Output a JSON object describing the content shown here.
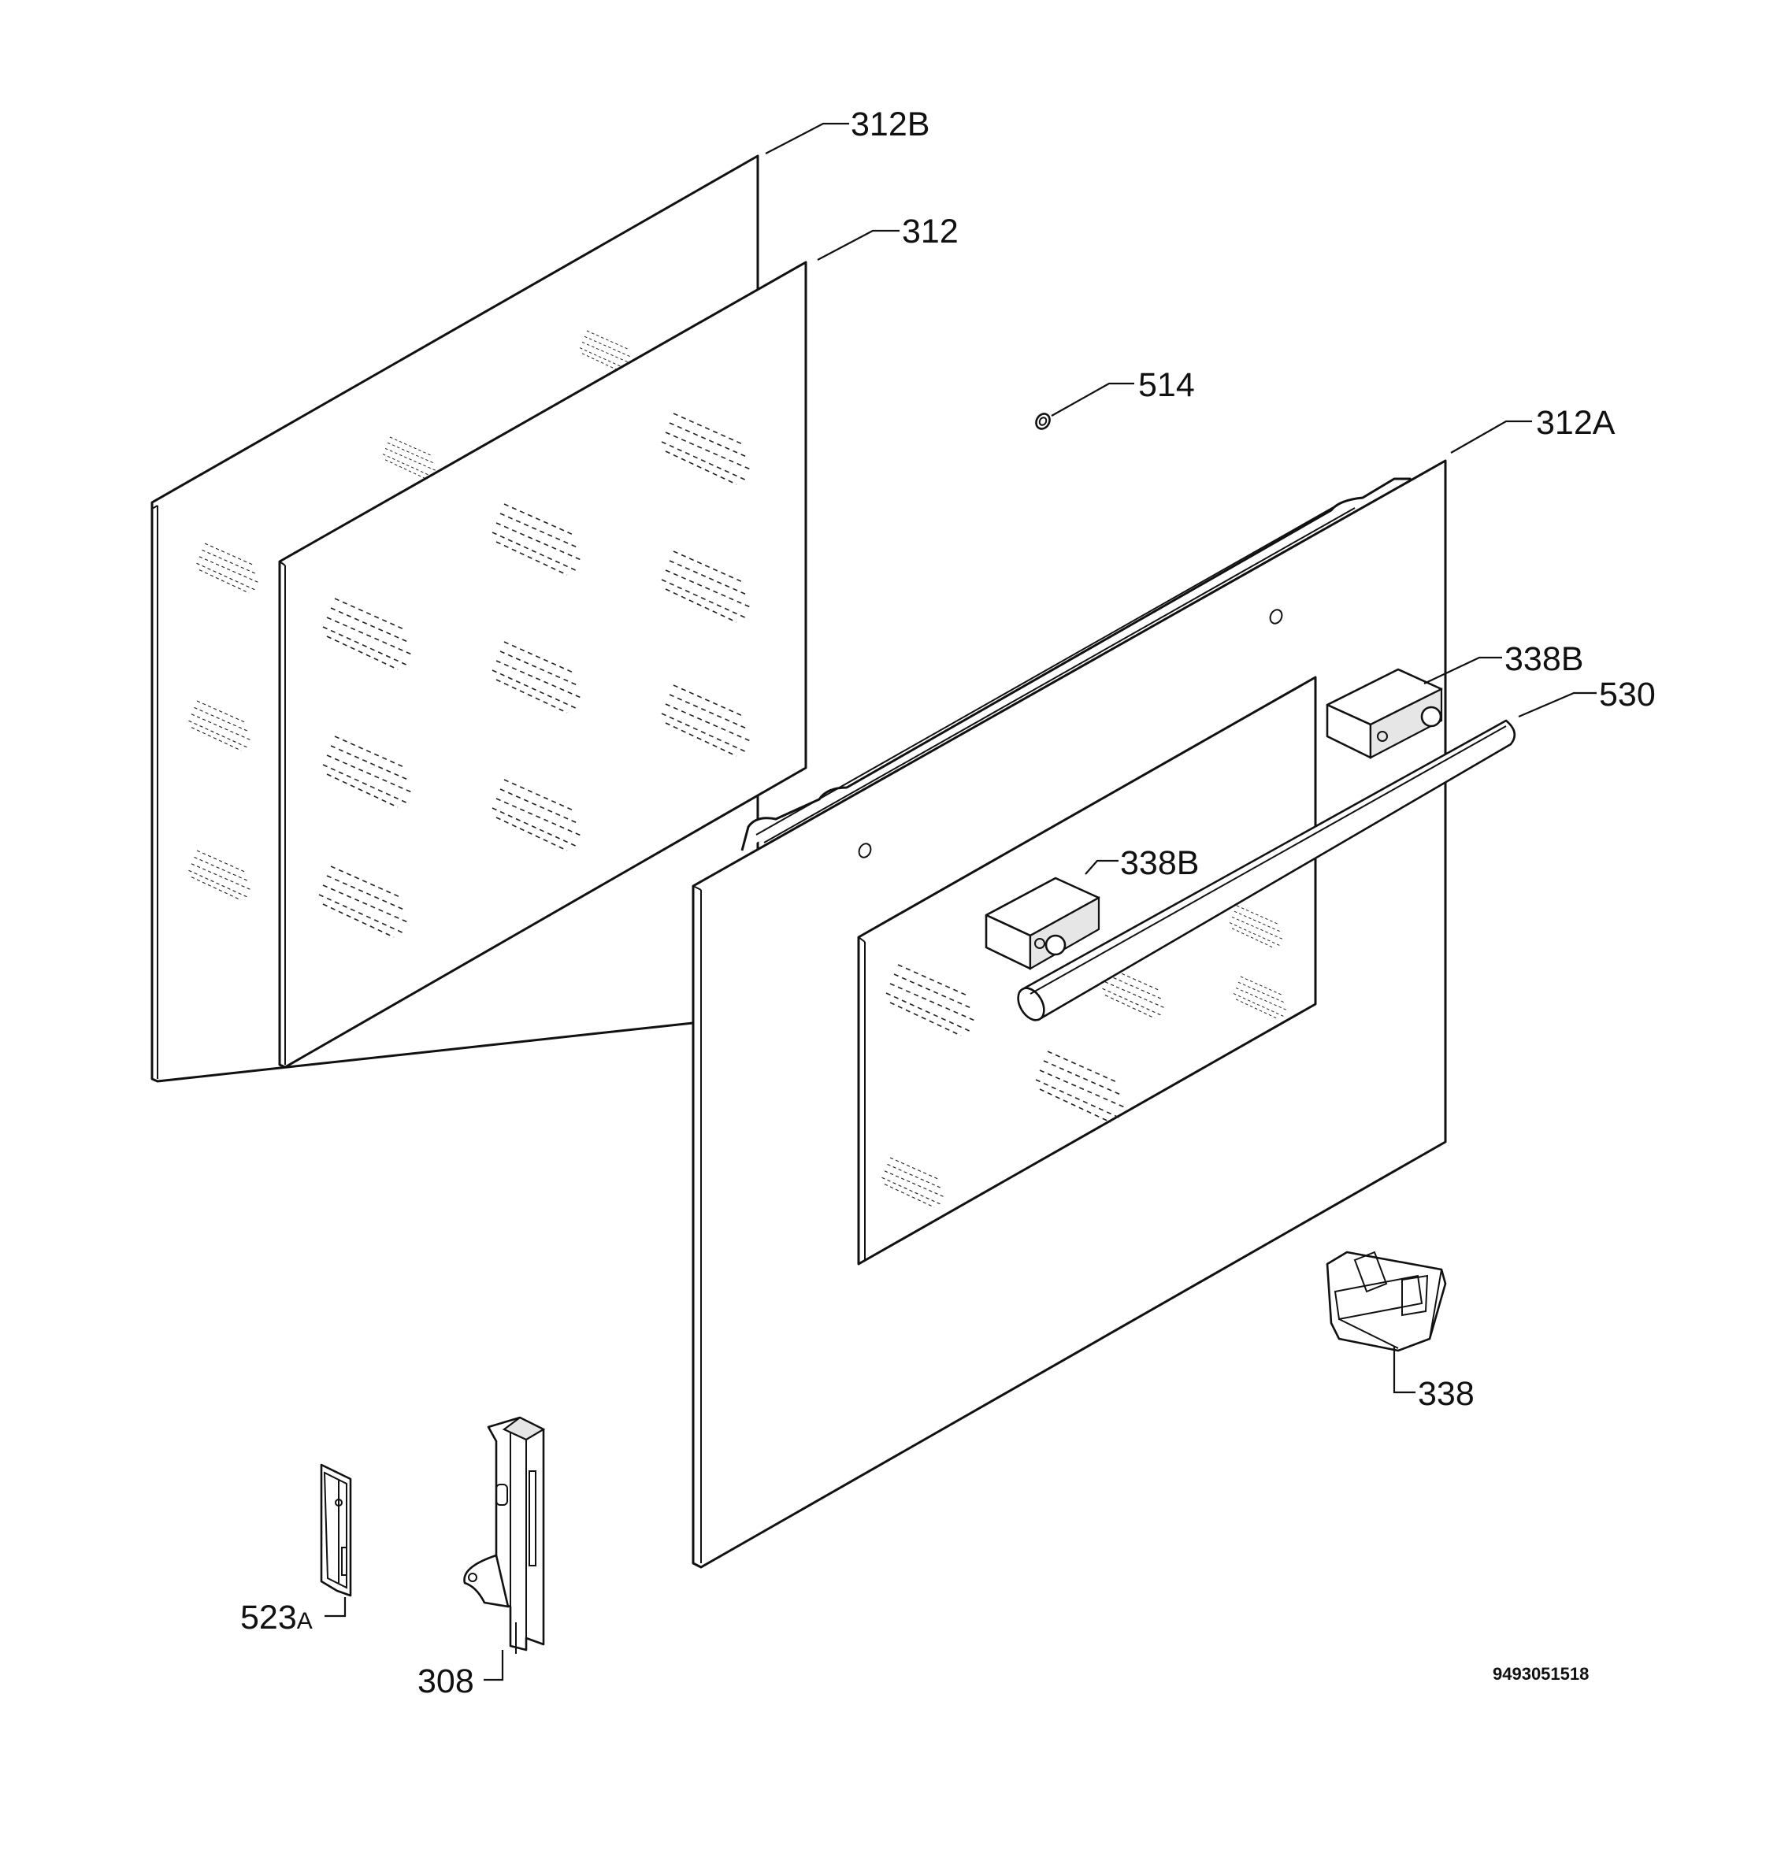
{
  "diagram": {
    "labels": {
      "p312b": "312B",
      "p312": "312",
      "p514": "514",
      "p312a": "312A",
      "p338b_top": "338B",
      "p530": "530",
      "p338b_mid": "338B",
      "p338": "338",
      "p523a_main": "523",
      "p523a_suffix": "A",
      "p308": "308"
    },
    "document_number": "9493051518"
  }
}
